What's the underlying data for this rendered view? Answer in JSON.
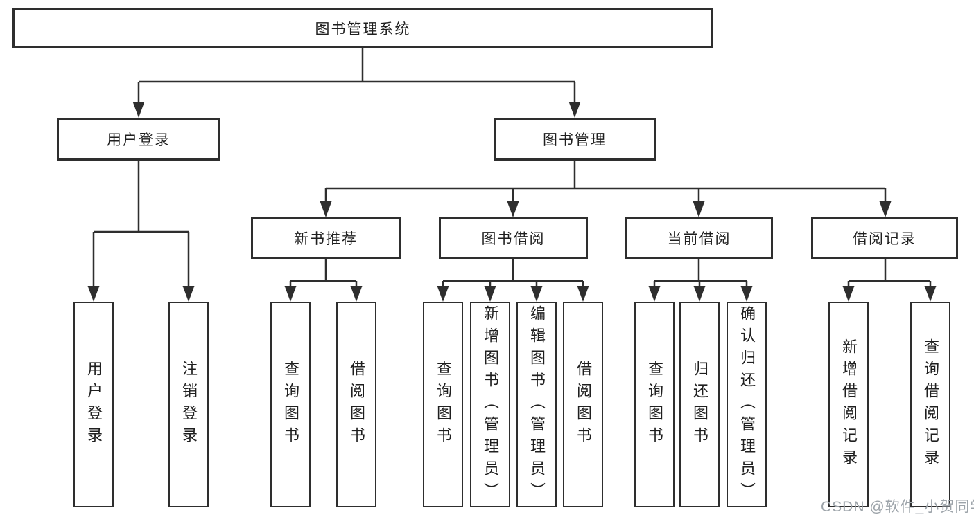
{
  "diagram": {
    "title_node": {
      "label": "图书管理系统"
    },
    "level2": [
      {
        "label": "用户登录"
      },
      {
        "label": "图书管理"
      }
    ],
    "level3": [
      {
        "label": "新书推荐"
      },
      {
        "label": "图书借阅"
      },
      {
        "label": "当前借阅"
      },
      {
        "label": "借阅记录"
      }
    ],
    "leaves": {
      "user_login": [
        {
          "label": "用户登录"
        },
        {
          "label": "注销登录"
        }
      ],
      "new_book_recommend": [
        {
          "label": "查询图书"
        },
        {
          "label": "借阅图书"
        }
      ],
      "book_borrow": [
        {
          "label": "查询图书"
        },
        {
          "label": "新增图书（管理员）"
        },
        {
          "label": "编辑图书（管理员）"
        },
        {
          "label": "借阅图书"
        }
      ],
      "current_borrow": [
        {
          "label": "查询图书"
        },
        {
          "label": "归还图书"
        },
        {
          "label": "确认归还（管理员）"
        }
      ],
      "borrow_records": [
        {
          "label": "新增借阅记录"
        },
        {
          "label": "查询借阅记录"
        }
      ]
    },
    "watermark": "CSDN @软件_小贺同学",
    "colors": {
      "line": "#2e2e2e",
      "border": "#2e2e2e",
      "text": "#1f1f1f",
      "watermark": "#9ca3a9",
      "background": "#ffffff"
    }
  }
}
